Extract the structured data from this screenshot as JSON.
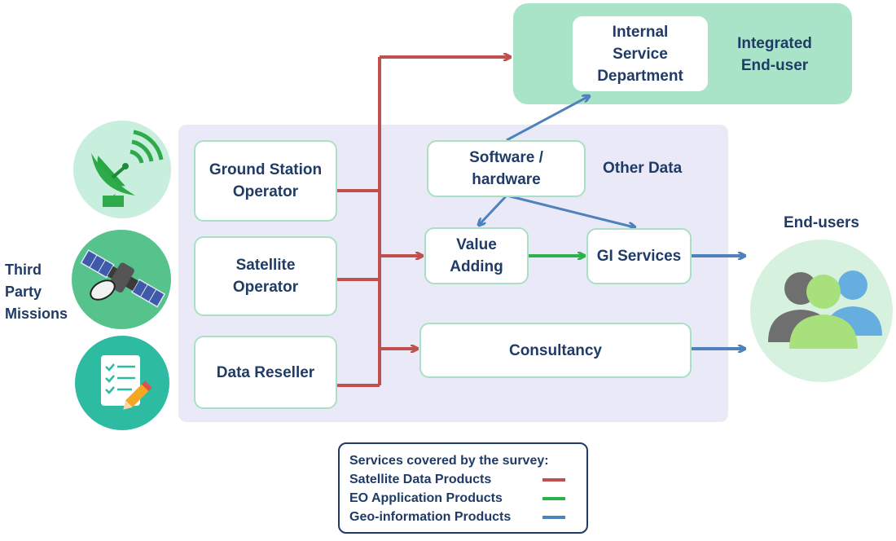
{
  "third_party_label": "Third\nParty\nMissions",
  "integrated": {
    "label": "Integrated\nEnd-user",
    "box": "Internal\nService\nDepartment"
  },
  "boxes": {
    "ground_station": "Ground Station\nOperator",
    "satellite_operator": "Satellite\nOperator",
    "data_reseller": "Data Reseller",
    "software": "Software /\nhardware",
    "value_adding": "Value\nAdding",
    "gi_services": "GI Services",
    "consultancy": "Consultancy"
  },
  "other_data_label": "Other Data",
  "end_users_label": "End-users",
  "legend": {
    "title": "Services covered by the survey:",
    "items": [
      {
        "label": "Satellite Data Products",
        "color": "#c0504d"
      },
      {
        "label": "EO Application Products",
        "color": "#2bb24c"
      },
      {
        "label": "Geo-information Products",
        "color": "#4f81bd"
      }
    ]
  },
  "colors": {
    "red": "#c0504d",
    "green": "#2bb24c",
    "blue": "#4f81bd"
  },
  "icons": [
    "satellite-dish-icon",
    "satellite-icon",
    "checklist-icon",
    "users-group-icon"
  ]
}
